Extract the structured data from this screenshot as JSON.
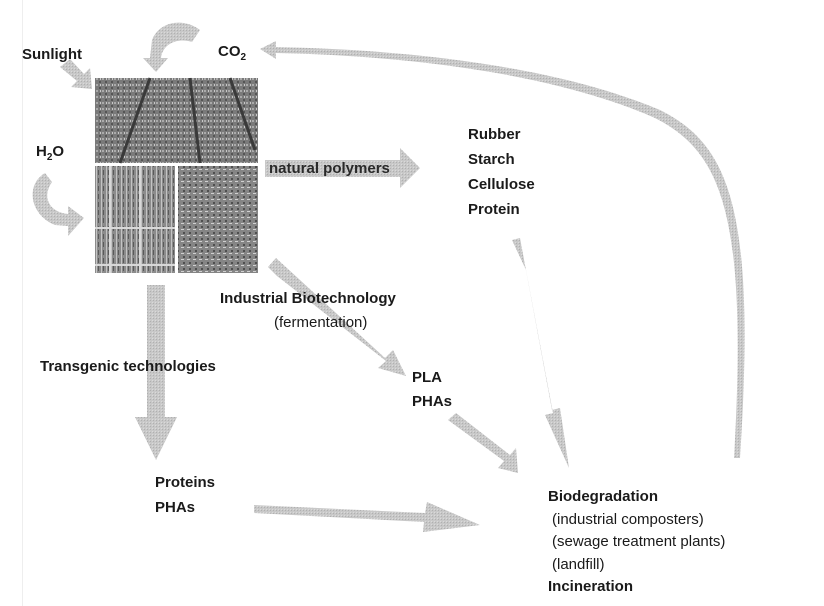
{
  "inputs": {
    "sunlight": "Sunlight",
    "co2": "CO",
    "co2_sub": "2",
    "h2o_h": "H",
    "h2o_sub": "2",
    "h2o_o": "O"
  },
  "arrows": {
    "natural_polymers": "natural polymers",
    "industrial_biotech": "Industrial Biotechnology",
    "fermentation": "(fermentation)",
    "transgenic": "Transgenic technologies"
  },
  "natural_polymer_products": [
    "Rubber",
    "Starch",
    "Cellulose",
    "Protein"
  ],
  "biotech_products": [
    "PLA",
    "PHAs"
  ],
  "transgenic_products": [
    "Proteins",
    "PHAs"
  ],
  "end_of_life": {
    "title": "Biodegradation",
    "items": [
      "(industrial composters)",
      "(sewage treatment plants)",
      "(landfill)"
    ],
    "incineration": "Incineration"
  },
  "colors": {
    "arrow": "#c4c4c4",
    "text": "#1a1a1a"
  }
}
